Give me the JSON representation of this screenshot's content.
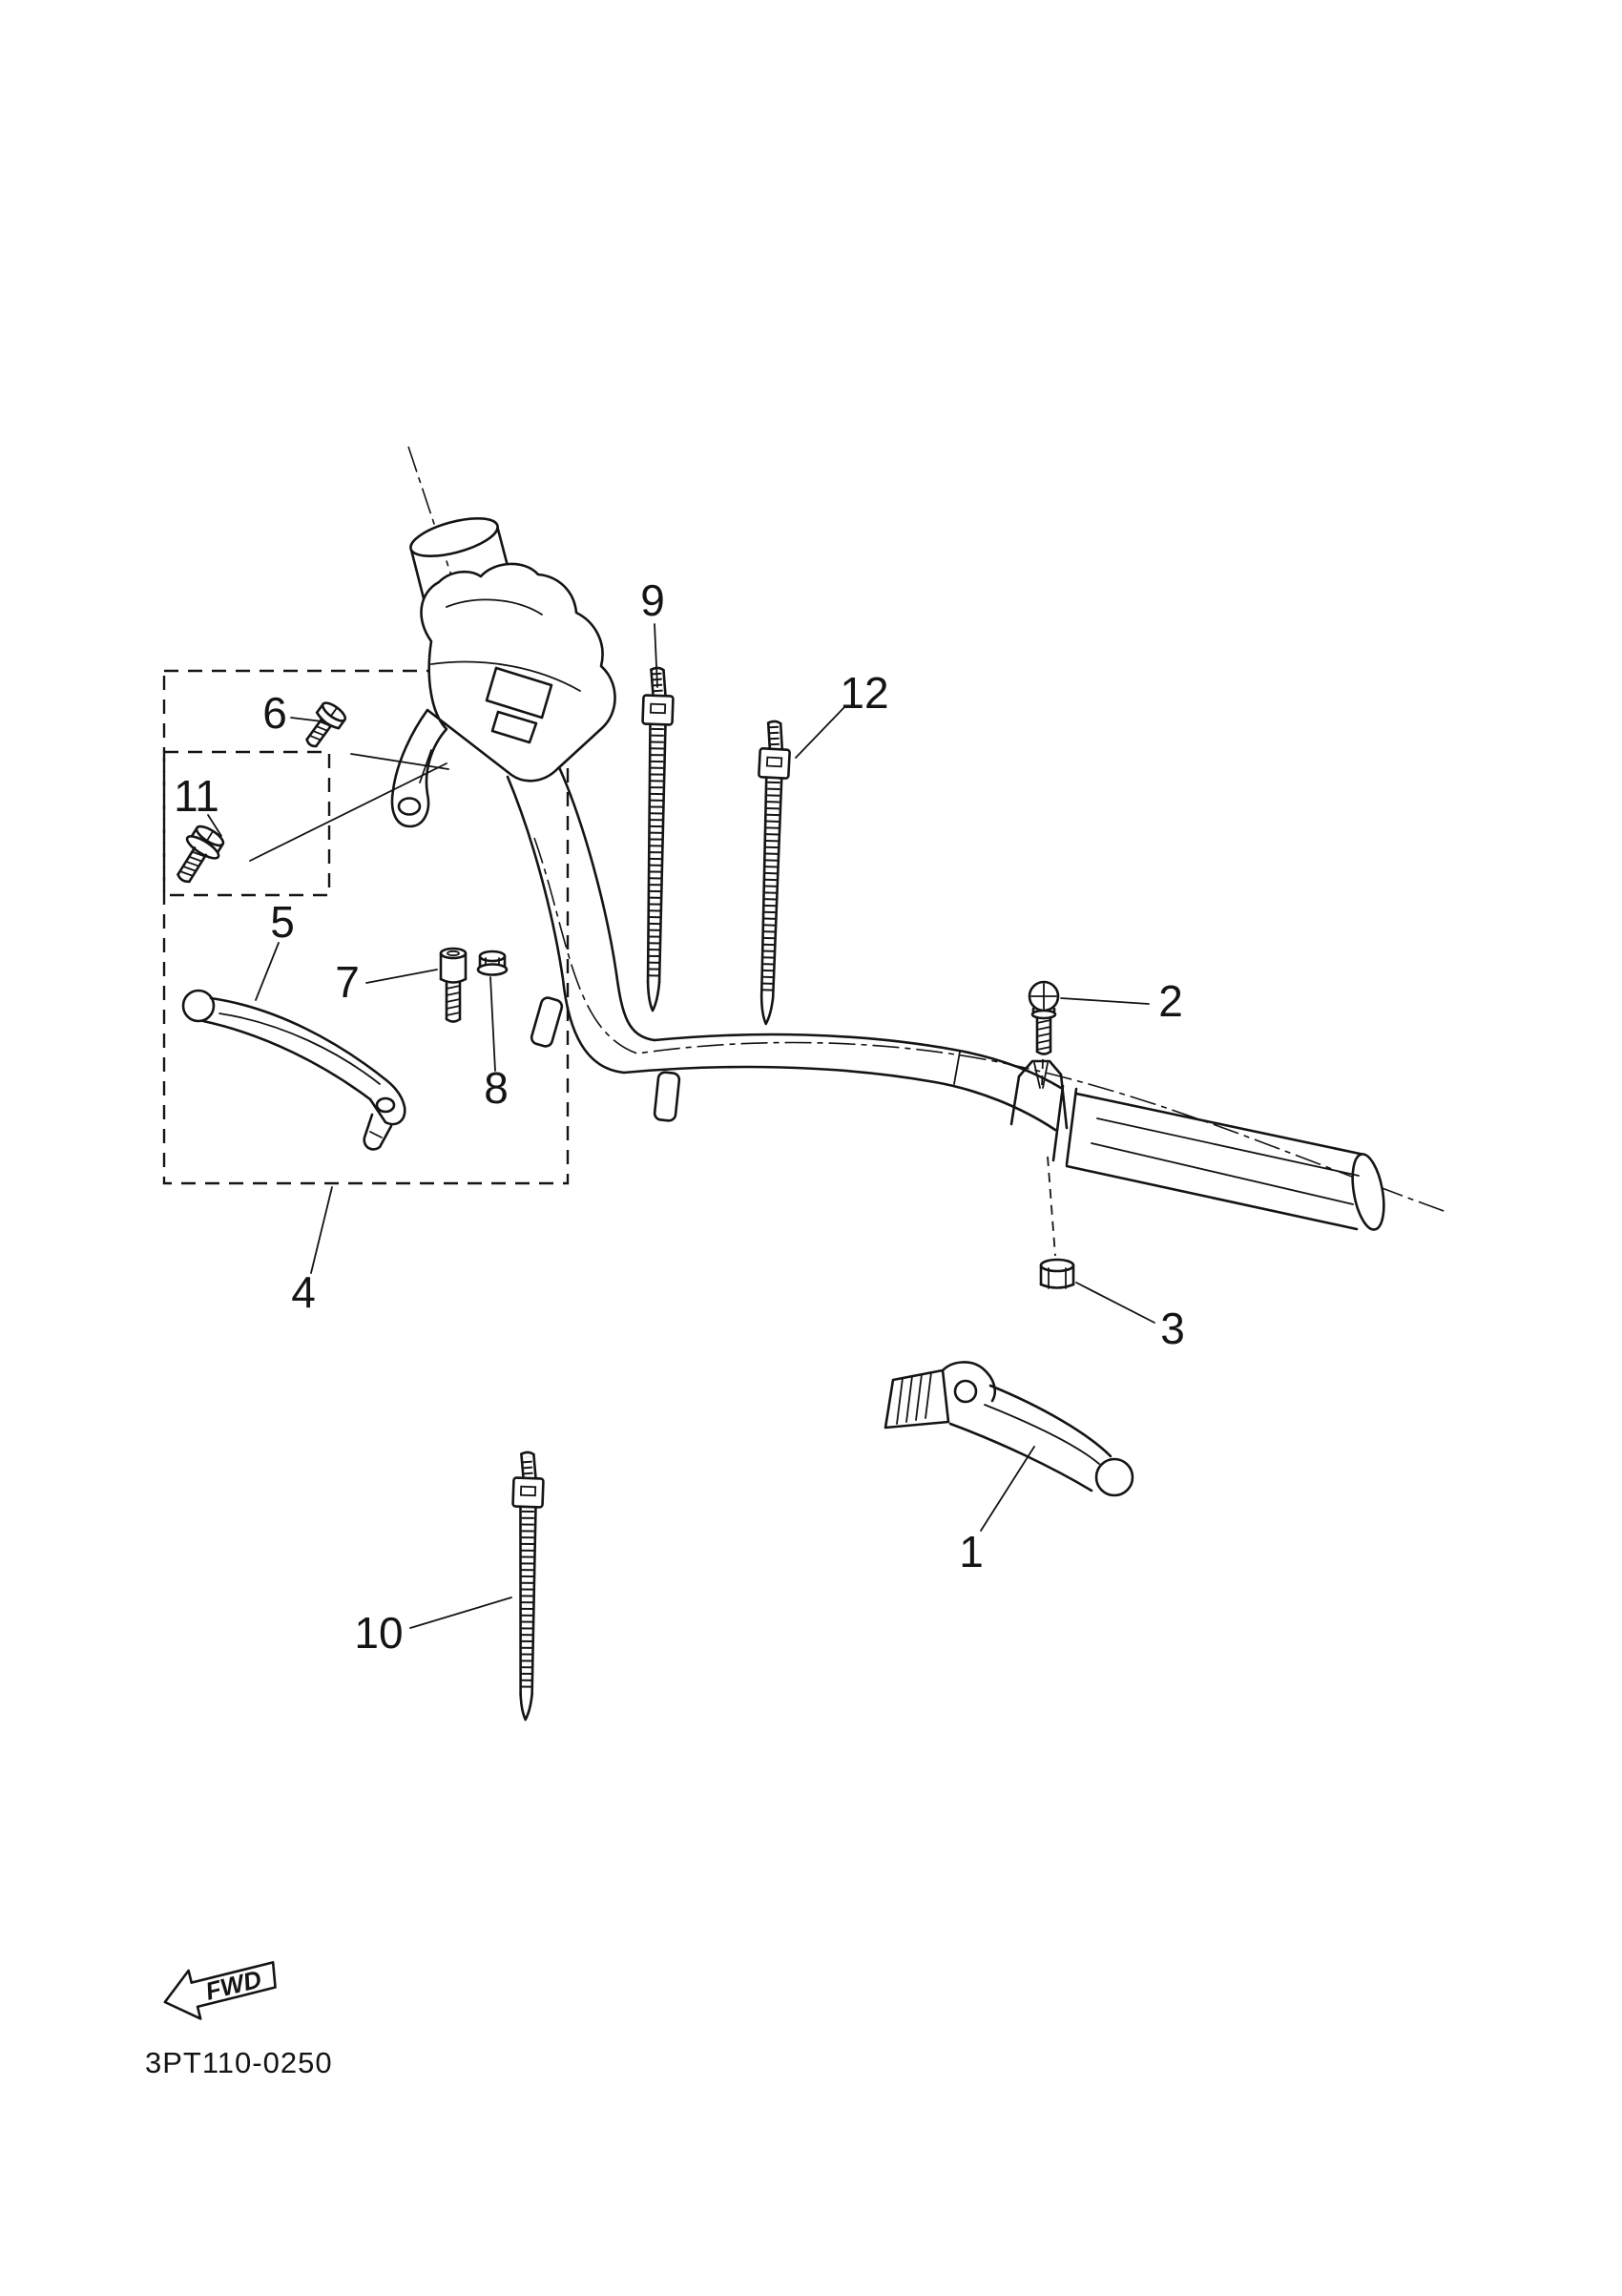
{
  "colors": {
    "ink": "#141414",
    "background": "#ffffff"
  },
  "diagram": {
    "drawing_number": "3PT110-0250",
    "fwd_label": "FWD",
    "callouts": [
      {
        "num": "1",
        "target": "lever-right"
      },
      {
        "num": "2",
        "target": "pan-head-screw"
      },
      {
        "num": "3",
        "target": "hex-nut"
      },
      {
        "num": "4",
        "target": "lever-holder-assembly"
      },
      {
        "num": "5",
        "target": "lever-blade"
      },
      {
        "num": "6",
        "target": "pan-head-screw-small"
      },
      {
        "num": "7",
        "target": "socket-bolt"
      },
      {
        "num": "8",
        "target": "flange-nut"
      },
      {
        "num": "9",
        "target": "cable-band"
      },
      {
        "num": "10",
        "target": "cable-band"
      },
      {
        "num": "11",
        "target": "flange-screw"
      },
      {
        "num": "12",
        "target": "cable-band"
      }
    ]
  }
}
